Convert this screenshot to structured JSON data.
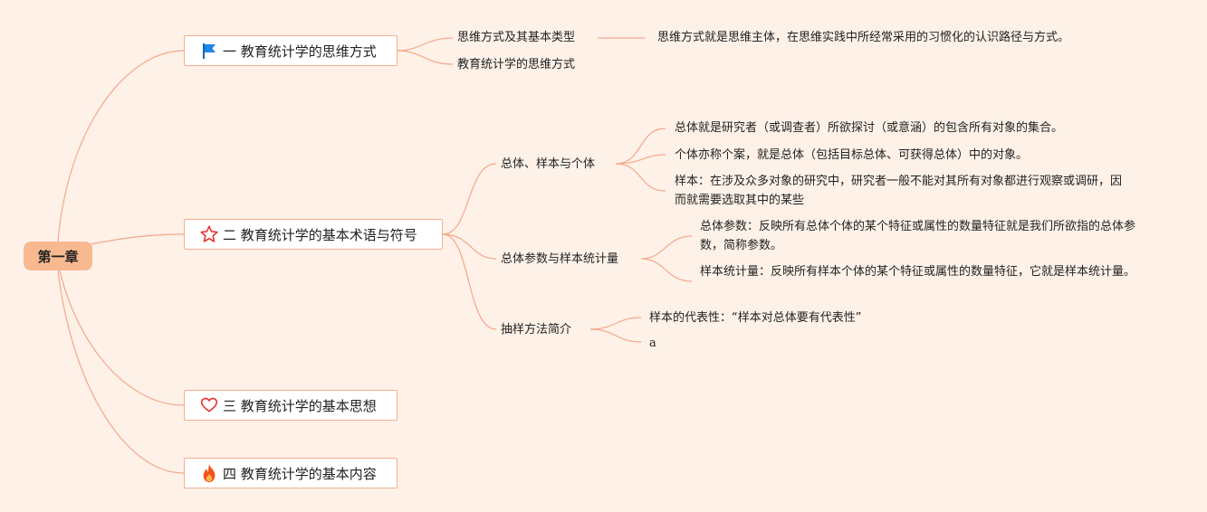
{
  "root": {
    "label": "第一章"
  },
  "topics": [
    {
      "label": "一 教育统计学的思维方式",
      "icon": "blue-flag-icon",
      "children": [
        {
          "label": "思维方式及其基本类型",
          "note": "思维方式就是思维主体，在思维实践中所经常采用的习惯化的认识路径与方式。"
        },
        {
          "label": "教育统计学的思维方式"
        }
      ]
    },
    {
      "label": "二 教育统计学的基本术语与符号",
      "icon": "star-outline-icon",
      "children": [
        {
          "label": "总体、样本与个体",
          "children": [
            "总体就是研究者（或调查者）所欲探讨（或意涵）的包含所有对象的集合。",
            "个体亦称个案，就是总体（包括目标总体、可获得总体）中的对象。",
            "样本：在涉及众多对象的研究中，研究者一般不能对其所有对象都进行观察或调研，因而就需要选取其中的某些"
          ]
        },
        {
          "label": "总体参数与样本统计量",
          "children": [
            "总体参数：反映所有总体个体的某个特征或属性的数量特征就是我们所欲指的总体参数，简称参数。",
            "样本统计量：反映所有样本个体的某个特征或属性的数量特征，它就是样本统计量。"
          ]
        },
        {
          "label": "抽样方法简介",
          "children": [
            "样本的代表性：“样本对总体要有代表性”",
            "a"
          ]
        }
      ]
    },
    {
      "label": "三 教育统计学的基本思想",
      "icon": "heart-outline-icon"
    },
    {
      "label": "四 教育统计学的基本内容",
      "icon": "fire-icon"
    }
  ],
  "colors": {
    "background": "#FDF1E8",
    "root_fill": "#F8B991",
    "branch_line": "#F2A98A",
    "topic_border": "#F4AE90",
    "flag": "#1E88E5",
    "star": "#E53935",
    "heart": "#E53935",
    "fire": "#F4511E"
  }
}
